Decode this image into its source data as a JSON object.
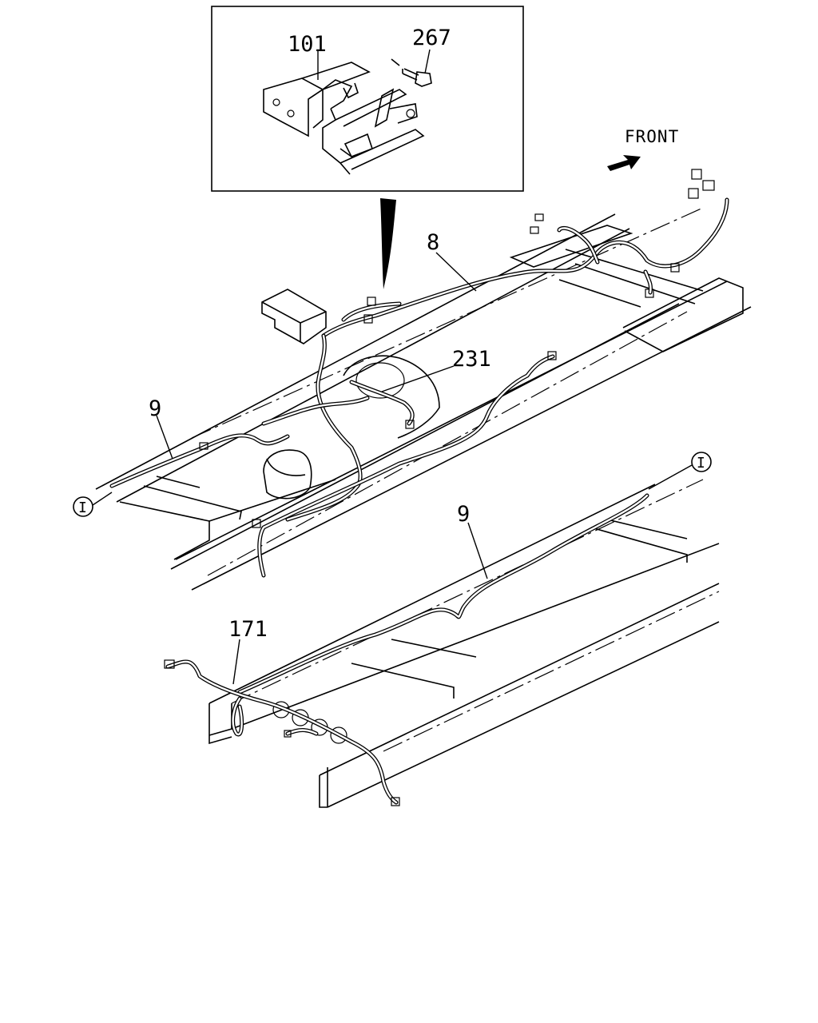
{
  "diagram": {
    "direction_label": "FRONT",
    "callouts": {
      "bracket": "101",
      "bolt": "267",
      "harness_main": "8",
      "harness_left": "9",
      "harness_rear": "9",
      "harness_tank": "231",
      "harness_tail": "171"
    },
    "ref_marks": {
      "left": "I",
      "right": "I"
    }
  }
}
